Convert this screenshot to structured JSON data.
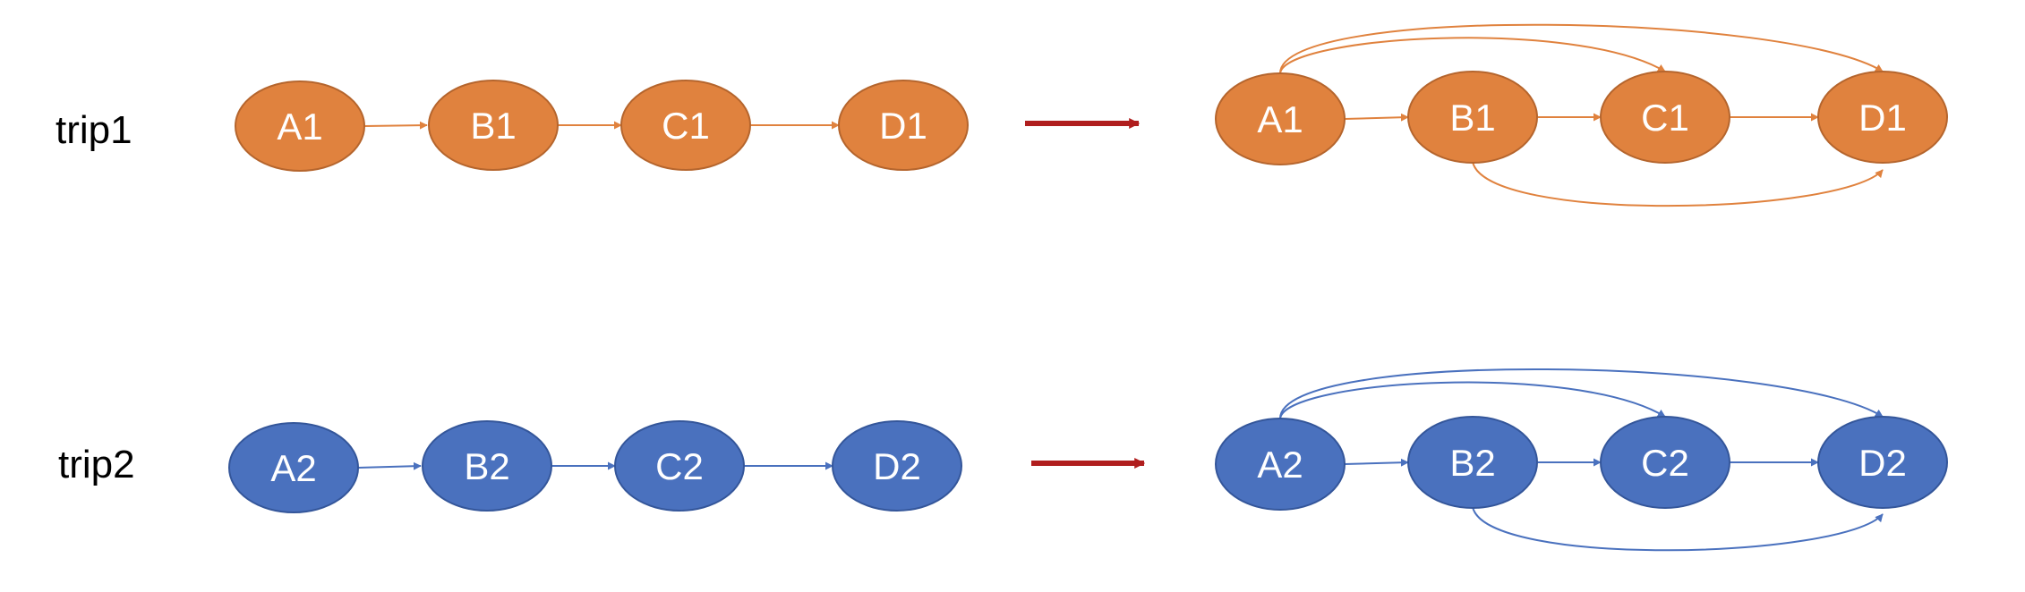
{
  "diagram": {
    "colors": {
      "trip1_fill": "#e0823e",
      "trip1_stroke": "#b5652d",
      "trip1_edge": "#e0823e",
      "trip2_fill": "#4a71be",
      "trip2_stroke": "#34569a",
      "trip2_edge": "#4a71be",
      "transform_arrow": "#b01e1e"
    },
    "rows": [
      {
        "label": "trip1",
        "nodes": [
          "A1",
          "B1",
          "C1",
          "D1"
        ],
        "result_nodes": [
          "A1",
          "B1",
          "C1",
          "D1"
        ]
      },
      {
        "label": "trip2",
        "nodes": [
          "A2",
          "B2",
          "C2",
          "D2"
        ],
        "result_nodes": [
          "A2",
          "B2",
          "C2",
          "D2"
        ]
      }
    ]
  }
}
